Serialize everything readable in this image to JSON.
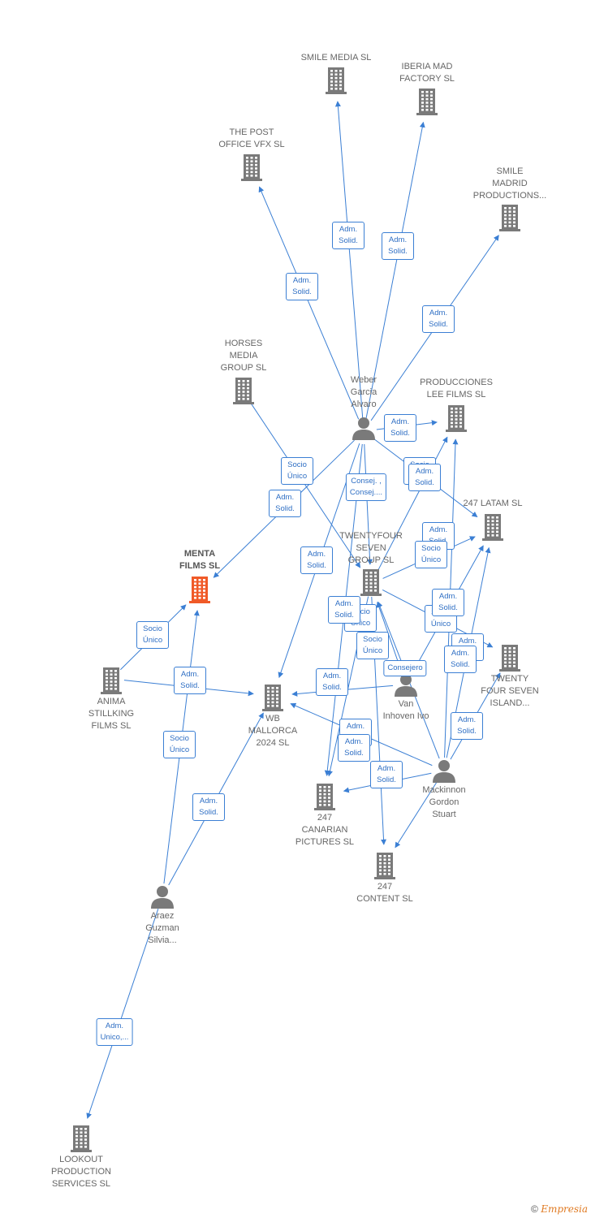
{
  "nodes": [
    {
      "id": "smile_media",
      "label": "SMILE MEDIA SL",
      "type": "company"
    },
    {
      "id": "iberia_mad",
      "label": "IBERIA MAD\nFACTORY  SL",
      "type": "company"
    },
    {
      "id": "the_post",
      "label": "THE POST\nOFFICE VFX  SL",
      "type": "company"
    },
    {
      "id": "smile_madrid",
      "label": "SMILE\nMADRID\nPRODUCTIONS...",
      "type": "company"
    },
    {
      "id": "horses_media",
      "label": "HORSES\nMEDIA\nGROUP  SL",
      "type": "company"
    },
    {
      "id": "weber",
      "label": "Weber\nGarcia\nAlvaro",
      "type": "person"
    },
    {
      "id": "producciones_lee",
      "label": "PRODUCCIONES\nLEE FILMS SL",
      "type": "company"
    },
    {
      "id": "latam_247",
      "label": "247 LATAM  SL",
      "type": "company"
    },
    {
      "id": "menta_films",
      "label": "MENTA\nFILMS  SL",
      "type": "company",
      "highlight": true
    },
    {
      "id": "twentyfour_group",
      "label": "TWENTYFOUR\nSEVEN\nGROUP  SL",
      "type": "company"
    },
    {
      "id": "anima_stillking",
      "label": "ANIMA\nSTILLKING\nFILMS  SL",
      "type": "company"
    },
    {
      "id": "wb_mallorca",
      "label": "WB\nMALLORCA\n2024  SL",
      "type": "company"
    },
    {
      "id": "van_inhoven",
      "label": "Van\nInhoven Ivo",
      "type": "person"
    },
    {
      "id": "twenty_four_seven_island",
      "label": "TWENTY\nFOUR SEVEN\nISLAND...",
      "type": "company"
    },
    {
      "id": "mackinnon",
      "label": "Mackinnon\nGordon\nStuart",
      "type": "person"
    },
    {
      "id": "canarian_247",
      "label": "247\nCANARIAN\nPICTURES  SL",
      "type": "company"
    },
    {
      "id": "content_247",
      "label": "247\nCONTENT  SL",
      "type": "company"
    },
    {
      "id": "araez",
      "label": "Araez\nGuzman\nSilvia...",
      "type": "person"
    },
    {
      "id": "lookout",
      "label": "LOOKOUT\nPRODUCTION\nSERVICES SL",
      "type": "company"
    }
  ],
  "edges": [
    {
      "from": "weber",
      "to": "smile_media",
      "label": "Adm.\nSolid."
    },
    {
      "from": "weber",
      "to": "iberia_mad",
      "label": "Adm.\nSolid."
    },
    {
      "from": "weber",
      "to": "the_post",
      "label": "Adm.\nSolid."
    },
    {
      "from": "weber",
      "to": "smile_madrid",
      "label": "Adm.\nSolid."
    },
    {
      "from": "weber",
      "to": "producciones_lee",
      "label": "Adm.\nSolid."
    },
    {
      "from": "weber",
      "to": "menta_films",
      "label": "Adm.\nSolid."
    },
    {
      "from": "horses_media",
      "to": "twentyfour_group",
      "label": "Socio\nÚnico"
    },
    {
      "from": "weber",
      "to": "twentyfour_group",
      "label": "Consej. ,\nConsej...."
    },
    {
      "from": "weber",
      "to": "latam_247",
      "label": "Adm.\nSolid."
    },
    {
      "from": "weber",
      "to": "wb_mallorca",
      "label": "Adm.\nSolid."
    },
    {
      "from": "twentyfour_group",
      "to": "producciones_lee",
      "label": "Socio\nÚnico"
    },
    {
      "from": "twentyfour_group",
      "to": "latam_247",
      "label": "Socio\nÚnico"
    },
    {
      "from": "twentyfour_group",
      "to": "twenty_four_seven_island",
      "label": "Socio\nÚnico"
    },
    {
      "from": "twentyfour_group",
      "to": "canarian_247",
      "label": "Socio\nÚnico"
    },
    {
      "from": "twentyfour_group",
      "to": "content_247",
      "label": "Socio\nÚnico"
    },
    {
      "from": "weber",
      "to": "canarian_247",
      "label": "Adm.\nSolid."
    },
    {
      "from": "van_inhoven",
      "to": "twentyfour_group",
      "label": "Consejero"
    },
    {
      "from": "van_inhoven",
      "to": "wb_mallorca",
      "label": "Adm.\nSolid."
    },
    {
      "from": "van_inhoven",
      "to": "latam_247",
      "label": "Adm.\nSolid."
    },
    {
      "from": "mackinnon",
      "to": "twentyfour_group",
      "label": "Adm.\nSolid."
    },
    {
      "from": "mackinnon",
      "to": "latam_247",
      "label": "Adm.\nSolid."
    },
    {
      "from": "mackinnon",
      "to": "twenty_four_seven_island",
      "label": "Adm.\nSolid."
    },
    {
      "from": "mackinnon",
      "to": "producciones_lee",
      "label": "Adm.\nSolid."
    },
    {
      "from": "mackinnon",
      "to": "wb_mallorca",
      "label": "Adm.\nSolid."
    },
    {
      "from": "mackinnon",
      "to": "canarian_247",
      "label": "Adm.\nSolid."
    },
    {
      "from": "mackinnon",
      "to": "content_247",
      "label": "Adm.\nSolid."
    },
    {
      "from": "anima_stillking",
      "to": "menta_films",
      "label": "Socio\nÚnico"
    },
    {
      "from": "anima_stillking",
      "to": "wb_mallorca",
      "label": "Socio\nÚnico"
    },
    {
      "from": "araez",
      "to": "menta_films",
      "label": "Adm.\nSolid."
    },
    {
      "from": "araez",
      "to": "wb_mallorca",
      "label": "Adm.\nSolid."
    },
    {
      "from": "araez",
      "to": "lookout",
      "label": "Adm.\nUnico,..."
    }
  ],
  "footer": {
    "copyright_symbol": "©",
    "brand": "Empresia"
  },
  "colors": {
    "edge": "#3b7fd4",
    "icon": "#7a7a7a",
    "highlight": "#f05a28"
  }
}
